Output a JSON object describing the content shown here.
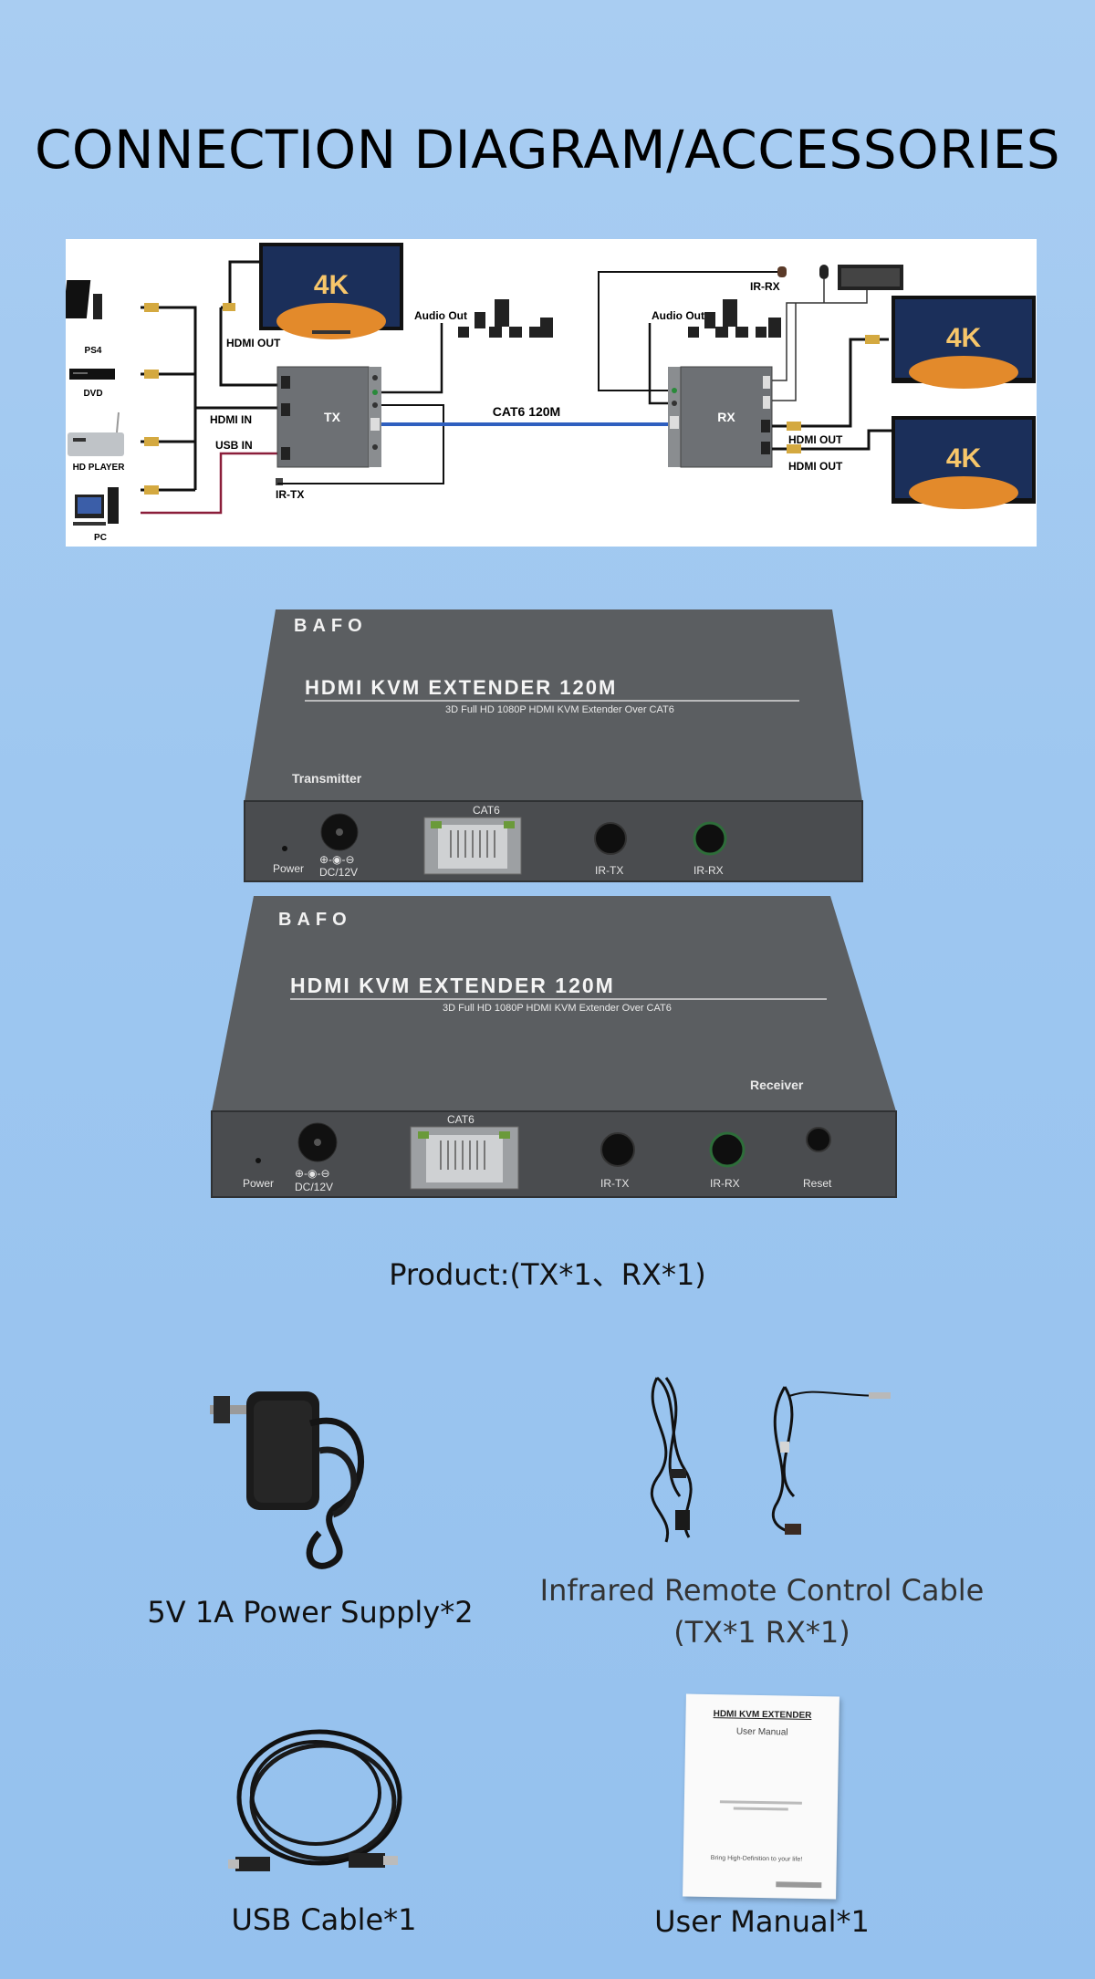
{
  "page": {
    "title": "CONNECTION DIAGRAM/ACCESSORIES"
  },
  "diagram": {
    "labels": {
      "ps4": "PS4",
      "dvd": "DVD",
      "hd_player": "HD PLAYER",
      "pc": "PC",
      "hdmi_out_tx": "HDMI OUT",
      "hdmi_in": "HDMI IN",
      "usb_in": "USB IN",
      "ir_tx": "IR-TX",
      "audio_out_tx": "Audio Out",
      "tx": "TX",
      "cat6": "CAT6 120M",
      "audio_out_rx": "Audio Out",
      "ir_rx": "IR-RX",
      "rx": "RX",
      "hdmi_out_rx1": "HDMI OUT",
      "hdmi_out_rx2": "HDMI OUT",
      "tv_badge": "4K"
    }
  },
  "transmitter": {
    "brand": "BAFO",
    "title": "HDMI KVM EXTENDER 120M",
    "subtitle": "3D Full HD 1080P HDMI KVM Extender Over CAT6",
    "role": "Transmitter",
    "ports": {
      "power": "Power",
      "dc": "DC/12V",
      "cat6": "CAT6",
      "ir_tx": "IR-TX",
      "ir_rx": "IR-RX"
    }
  },
  "receiver": {
    "brand": "BAFO",
    "title": "HDMI KVM EXTENDER 120M",
    "subtitle": "3D Full HD 1080P HDMI KVM Extender Over CAT6",
    "role": "Receiver",
    "ports": {
      "power": "Power",
      "dc": "DC/12V",
      "cat6": "CAT6",
      "ir_tx": "IR-TX",
      "ir_rx": "IR-RX",
      "reset": "Reset"
    }
  },
  "product_caption": "Product:(TX*1、RX*1)",
  "accessories": {
    "power_supply": "5V 1A Power Supply*2",
    "ir_cable_line1": "Infrared Remote Control Cable",
    "ir_cable_line2": "(TX*1 RX*1)",
    "usb_cable": "USB Cable*1",
    "user_manual": "User Manual*1",
    "manual_cover_title": "HDMI KVM EXTENDER",
    "manual_cover_sub": "User Manual",
    "manual_cover_tagline": "Bring High-Definition to your life!"
  },
  "colors": {
    "background": "#a3c9f1",
    "device_body": "#5a5d60",
    "device_front": "#4a4c4f",
    "cat6_cable": "#2f5fbf"
  }
}
